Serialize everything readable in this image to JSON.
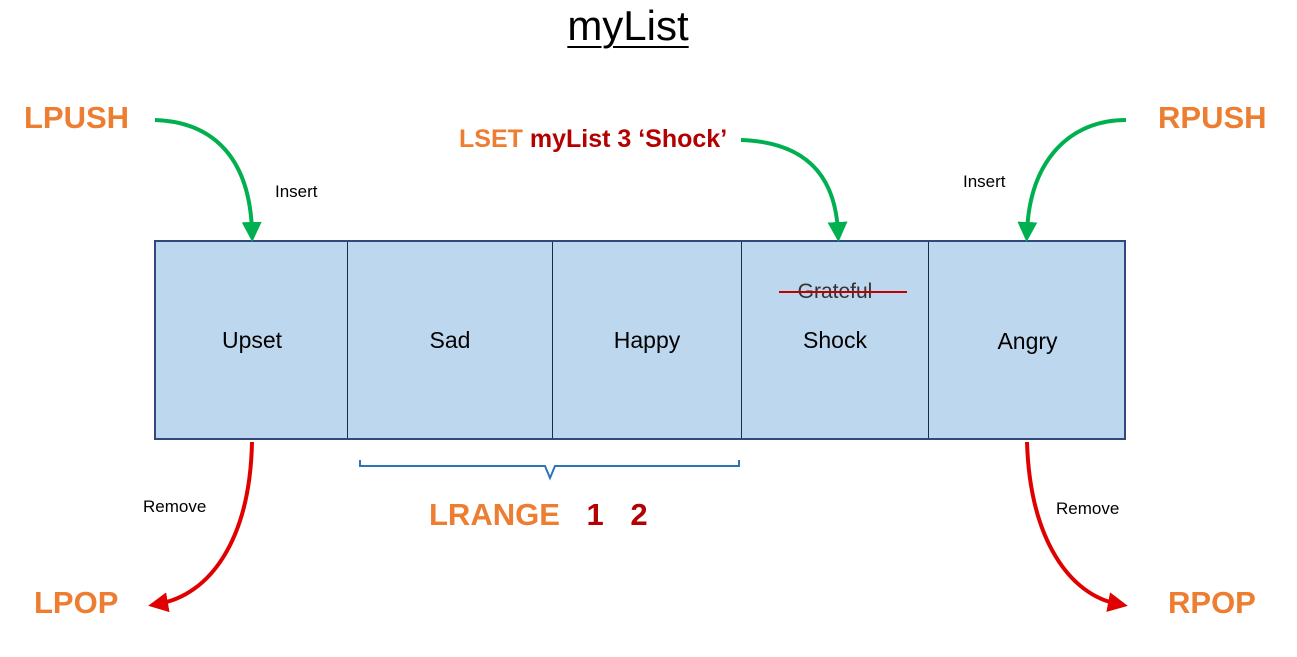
{
  "title": "myList",
  "commands": {
    "lpush": "LPUSH",
    "rpush": "RPUSH",
    "lpop": "LPOP",
    "rpop": "RPOP"
  },
  "lset": {
    "command": "LSET",
    "args": "myList 3 ‘Shock’"
  },
  "lrange": {
    "command": "LRANGE",
    "start": "1",
    "stop": "2"
  },
  "labels": {
    "insert_left": "Insert",
    "insert_right": "Insert",
    "remove_left": "Remove",
    "remove_right": "Remove"
  },
  "list": {
    "items": [
      "Upset",
      "Sad",
      "Happy",
      "Shock",
      "Angry"
    ],
    "replaced_value": "Grateful"
  },
  "colors": {
    "insert_arrow": "#00B050",
    "remove_arrow": "#E00000",
    "command_orange": "#ED7D31",
    "command_red": "#B30000",
    "cell_fill": "#BDD7EE",
    "brace": "#2E75B6"
  }
}
